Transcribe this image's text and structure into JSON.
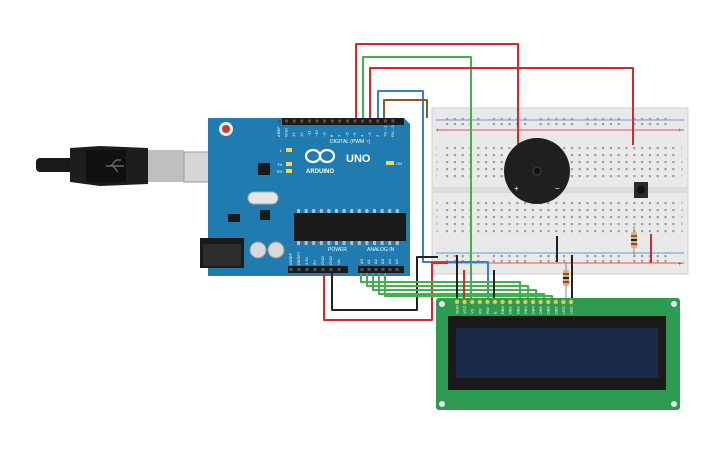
{
  "arduino": {
    "brand": "ARDUINO",
    "model": "UNO",
    "digital_header": "DIGITAL (PWM ~)",
    "power_header": "POWER",
    "analog_header": "ANALOG IN",
    "led_l": "L",
    "led_tx": "TX",
    "led_rx": "RX",
    "led_on": "ON",
    "digital_pins": [
      "AREF",
      "GND",
      "13",
      "12",
      "~11",
      "~10",
      "~9",
      "8",
      "7",
      "~6",
      "~5",
      "4",
      "~3",
      "2",
      "TX→1",
      "RX←0"
    ],
    "power_pins": [
      "IOREF",
      "RESET",
      "3.3V",
      "5V",
      "GND",
      "GND",
      "Vin"
    ],
    "analog_pins": [
      "A0",
      "A1",
      "A2",
      "A3",
      "A4",
      "A5"
    ]
  },
  "breadboard": {
    "row_letters_top": [
      "j",
      "i",
      "h",
      "g",
      "f"
    ],
    "row_letters_bottom": [
      "e",
      "d",
      "c",
      "b",
      "a"
    ],
    "rail_plus": "+",
    "rail_minus": "-"
  },
  "buzzer": {
    "plus_label": "+",
    "minus_label": "−"
  },
  "lcd": {
    "pin_labels": [
      "GND",
      "VCC",
      "V0",
      "RS",
      "RW",
      "E",
      "DB0",
      "DB1",
      "DB2",
      "DB3",
      "DB4",
      "DB5",
      "DB6",
      "DB7",
      "LED",
      "LED"
    ]
  },
  "colors": {
    "board": "#1f7bb0",
    "breadboard": "#e9e9e9",
    "lcd_pcb": "#2e9b52",
    "lcd_screen": "#1c2a4a",
    "wire_red": "#d8262a",
    "wire_green": "#3fb24a",
    "wire_black": "#222222",
    "wire_blue": "#3a7ed0",
    "wire_brown": "#8a5a2b",
    "buzzer": "#1f1f1f"
  }
}
